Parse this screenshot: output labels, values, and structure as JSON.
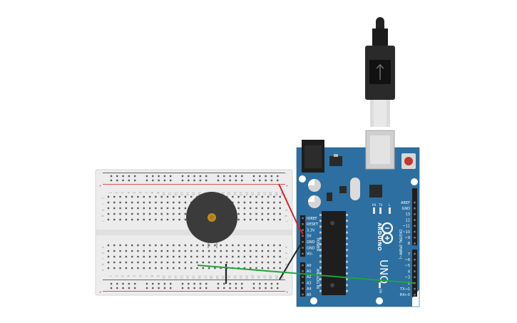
{
  "breadboard": {
    "columns": 30,
    "rows_top": [
      "j",
      "i",
      "h",
      "g",
      "f"
    ],
    "rows_bottom": [
      "e",
      "d",
      "c",
      "b",
      "a"
    ],
    "rail_plus": "+",
    "rail_minus": "-"
  },
  "arduino": {
    "brand": "ARDUINO",
    "model": "UNO",
    "power_header_title": "POWER",
    "analog_header_title": "ANALOG IN",
    "digital_header_title": "DIGITAL (PWM~)",
    "on_label": "ON",
    "led_labels": [
      "RX",
      "TX",
      "L"
    ],
    "power_pins": [
      "IOREF",
      "RESET",
      "3.3V",
      "5V",
      "GND",
      "GND",
      "Vin"
    ],
    "analog_pins": [
      "A0",
      "A1",
      "A2",
      "A3",
      "A4",
      "A5"
    ],
    "digital_pins_top": [
      "AREF",
      "GND",
      "13",
      "12",
      "~11",
      "~10",
      "~9",
      "8"
    ],
    "digital_pins_bottom": [
      "7",
      "~6",
      "~5",
      "4",
      "~3",
      "2",
      "TX→1",
      "RX←0"
    ]
  },
  "colors": {
    "board_blue": "#2d6fa0",
    "breadboard": "#ececec",
    "wire_red": "#d62222",
    "wire_green": "#22a33a",
    "wire_black": "#222222",
    "buzzer": "#3b3b3b"
  }
}
